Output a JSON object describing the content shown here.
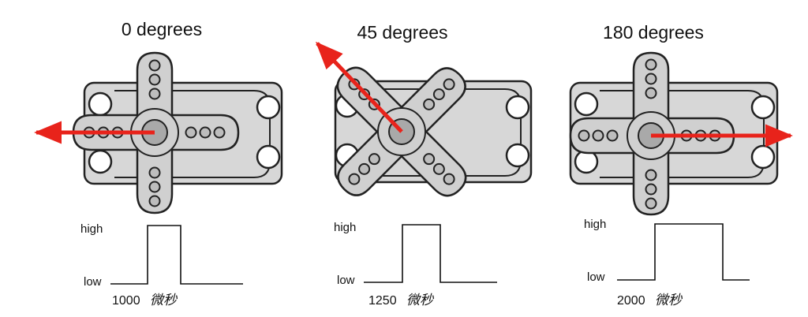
{
  "panels": [
    {
      "title": "0 degrees",
      "arm_angle_deg": 0,
      "high_label": "high",
      "low_label": "low",
      "pulse_value": "1000",
      "pulse_unit": "微秒"
    },
    {
      "title": "45 degrees",
      "arm_angle_deg": 45,
      "high_label": "high",
      "low_label": "low",
      "pulse_value": "1250",
      "pulse_unit": "微秒"
    },
    {
      "title": "180 degrees",
      "arm_angle_deg": 180,
      "high_label": "high",
      "low_label": "low",
      "pulse_value": "2000",
      "pulse_unit": "微秒"
    }
  ],
  "colors": {
    "arrow": "#e8231b",
    "servo_body": "#d7d7d7",
    "horn": "#d0d0d0",
    "outline": "#222222",
    "hub": "#a9a9a9"
  }
}
